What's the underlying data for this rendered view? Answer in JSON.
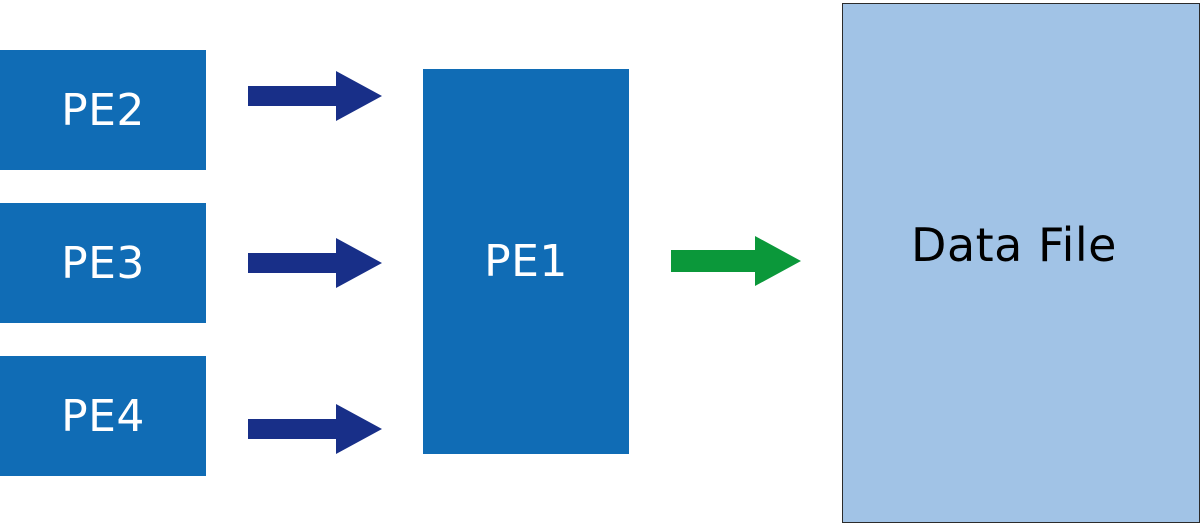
{
  "colors": {
    "pe_box": "#106cb5",
    "pe_text": "#ffffff",
    "file_fill": "#a1c3e6",
    "file_border": "#2b2b2b",
    "file_text": "#000000",
    "arrow_in": "#182f88",
    "arrow_out": "#0b983a"
  },
  "sources": [
    {
      "label": "PE2"
    },
    {
      "label": "PE3"
    },
    {
      "label": "PE4"
    }
  ],
  "collector": {
    "label": "PE1"
  },
  "data_file": {
    "label": "Data File"
  }
}
